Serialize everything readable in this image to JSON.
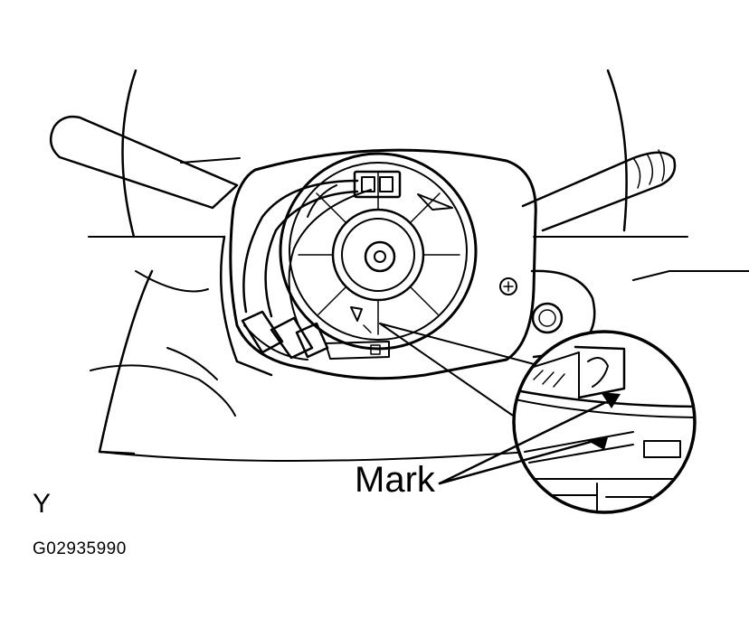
{
  "labels": {
    "mark": "Mark",
    "view": "Y",
    "figure_code": "G02935990"
  },
  "colors": {
    "line": "#000000",
    "background": "#ffffff"
  }
}
